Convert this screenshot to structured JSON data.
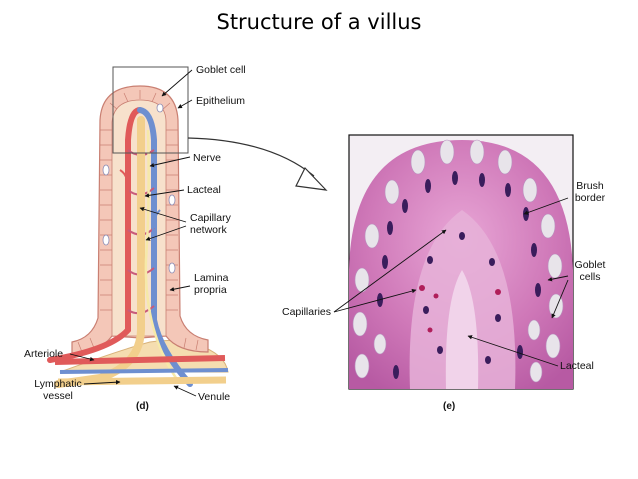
{
  "title": "Structure of a villus",
  "diagram_d": {
    "panel_label": "(d)",
    "labels": {
      "goblet_cell": "Goblet cell",
      "epithelium": "Epithelium",
      "nerve": "Nerve",
      "lacteal": "Lacteal",
      "capillary_network": "Capillary network",
      "lamina_propria": "Lamina propria",
      "arteriole": "Arteriole",
      "lymphatic_vessel": "Lymphatic vessel",
      "venule": "Venule"
    }
  },
  "micrograph_e": {
    "panel_label": "(e)",
    "labels": {
      "brush_border": "Brush border",
      "goblet_cells": "Goblet cells",
      "capillaries": "Capillaries",
      "lacteal": "Lacteal"
    }
  },
  "colors": {
    "epithelium": "#f4c7b8",
    "cell_border": "#c97f72",
    "artery": "#e05a5a",
    "vein": "#6e8fd0",
    "lacteal": "#f2cf8c",
    "nerve": "#f6e9a8",
    "stain_pink": "#d77fbf",
    "stain_purple": "#8a3f8f",
    "nuclei": "#3a1d5c",
    "goblet": "#e8e4ea"
  }
}
